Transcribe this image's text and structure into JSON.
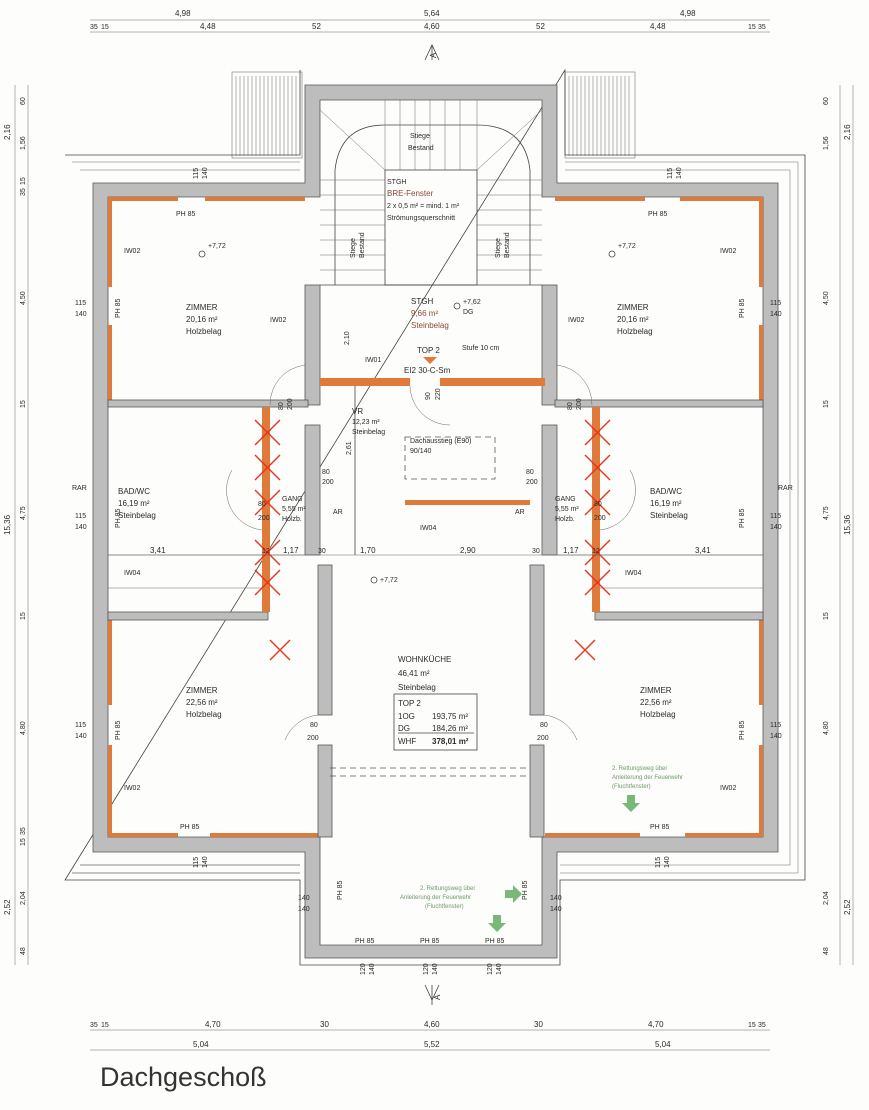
{
  "title": "Dachgeschoß",
  "section_marker": "A",
  "dims": {
    "top_outer": [
      "4,98",
      "5,64",
      "4,98"
    ],
    "top_inner": [
      "35",
      "15",
      "4,48",
      "52",
      "4,60",
      "52",
      "4,48",
      "15",
      "35"
    ],
    "bottom_inner": [
      "35",
      "15",
      "4,70",
      "30",
      "4,60",
      "30",
      "4,70",
      "15",
      "35"
    ],
    "bottom_outer": [
      "5,04",
      "5,52",
      "5,04"
    ],
    "side_outer": [
      "2,16",
      "15,36",
      "2,52"
    ],
    "side_inner": [
      "60",
      "1,56",
      "15",
      "35",
      "4,50",
      "15",
      "4,75",
      "15",
      "4,80",
      "35",
      "15",
      "2,04",
      "48"
    ],
    "interior_row": [
      "3,41",
      "12",
      "1,17",
      "30",
      "1,70",
      "2,90",
      "30",
      "1,17",
      "12",
      "3,41"
    ],
    "misc": [
      "2,10",
      "2,61",
      "12",
      "12"
    ]
  },
  "rooms": [
    {
      "name": "ZIMMER",
      "area": "20,16 m²",
      "floor": "Holzbelag"
    },
    {
      "name": "ZIMMER",
      "area": "20,16 m²",
      "floor": "Holzbelag"
    },
    {
      "name": "BAD/WC",
      "area": "16,19 m²",
      "floor": "Steinbelag"
    },
    {
      "name": "BAD/WC",
      "area": "16,19 m²",
      "floor": "Steinbelag"
    },
    {
      "name": "ZIMMER",
      "area": "22,56 m²",
      "floor": "Holzbelag"
    },
    {
      "name": "ZIMMER",
      "area": "22,56 m²",
      "floor": "Holzbelag"
    },
    {
      "name": "STGH",
      "area": "9,66 m²",
      "floor": "Steinbelag"
    },
    {
      "name": "VR",
      "area": "12,23 m²",
      "floor": "Steinbelag"
    },
    {
      "name": "GANG",
      "area": "5,55 m²",
      "floor": "Holzb."
    },
    {
      "name": "GANG",
      "area": "5,55 m²",
      "floor": "Holzb."
    },
    {
      "name": "WOHNKÜCHE",
      "area": "46,41 m²",
      "floor": "Steinbelag"
    }
  ],
  "stair": {
    "stiege": "Stiege",
    "bestand": "Bestand",
    "note": [
      "STGH",
      "BRE-Fenster",
      "2 x 0,5 m² = mind. 1 m²",
      "Strömungsquerschnitt"
    ],
    "level": "+7,62",
    "level_floor": "DG",
    "step": "Stufe 10 cm",
    "top": "TOP 2",
    "door_rating": "EI2 30-C-Sm"
  },
  "levels": {
    "main": "+7,72"
  },
  "labels": {
    "iw01": "IW01",
    "iw02": "IW02",
    "iw04": "IW04",
    "ar": "AR",
    "rar": "RAR",
    "ph85": "PH 85",
    "win_w": "115",
    "win_h": "140",
    "door_w": "80",
    "door_h": "200",
    "entry_w": "90",
    "entry_h": "220",
    "hatch": "Dachausstieg (E90)",
    "hatch_size": "90/140",
    "w120": "120",
    "w140": "140"
  },
  "area_box": {
    "title": "TOP 2",
    "rows": [
      {
        "label": "1OG",
        "value": "193,75 m²"
      },
      {
        "label": "DG",
        "value": "184,26 m²"
      },
      {
        "label": "WHF",
        "value": "378,01 m²"
      }
    ]
  },
  "escape_note": [
    "2. Rettungsweg über",
    "Anleiterung der Feuerwehr",
    "(Fluchtfenster)"
  ],
  "colors": {
    "insulation": "#e07a3a",
    "demolition": "#e8321e",
    "escape": "#6aaa6a",
    "wall": "#bdbdbd"
  }
}
